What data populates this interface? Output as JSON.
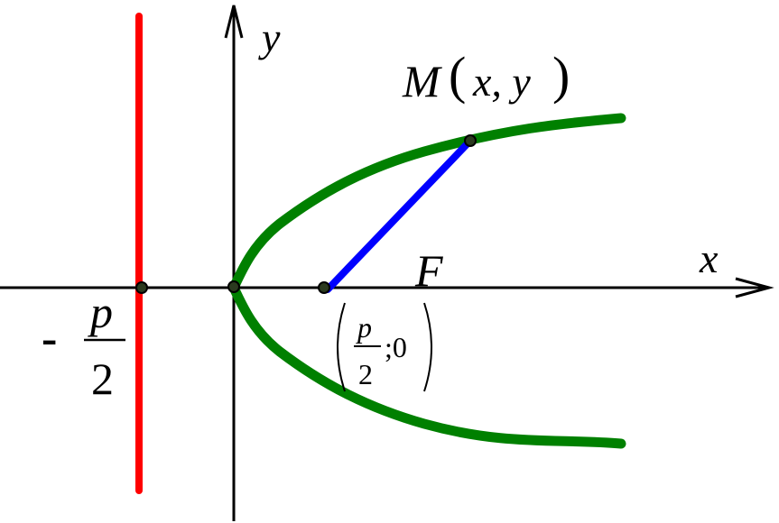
{
  "labels": {
    "axis_x": "x",
    "axis_y": "y",
    "point_m_name": "M",
    "point_m_args": "x, y",
    "focus_name": "F",
    "focus_coord_num": "p",
    "focus_coord_den": "2",
    "focus_coord_rest": ";0",
    "directrix_sign": "-",
    "directrix_num": "p",
    "directrix_den": "2"
  },
  "colors": {
    "axes": "#000000",
    "parabola": "#008000",
    "directrix": "#ff0000",
    "focal_segment": "#0000ff",
    "points_fill": "#2b3a1f"
  }
}
